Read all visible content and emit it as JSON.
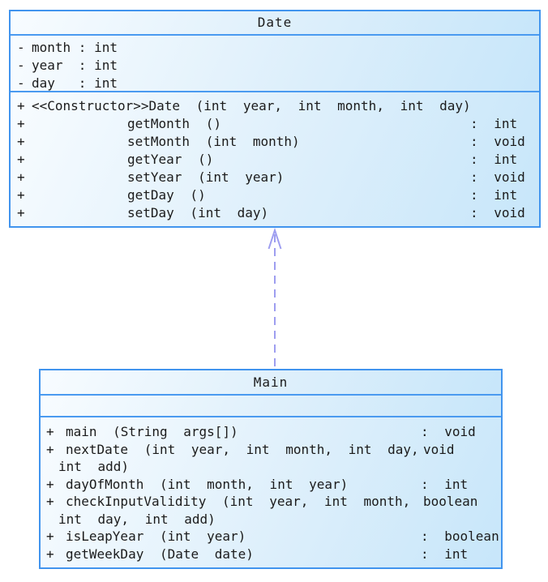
{
  "diagram": {
    "kind": "uml-class-diagram",
    "colors": {
      "box_border": "#4194ee",
      "fill_light": "#f8fcff",
      "fill_dark": "#c7e6fa",
      "arrow": "#9e9ef0",
      "text": "#1b1b1b"
    },
    "classes": [
      {
        "name": "Date",
        "attributes": [
          {
            "visibility": "-",
            "text": "month : int"
          },
          {
            "visibility": "-",
            "text": "year  : int"
          },
          {
            "visibility": "-",
            "text": "day   : int"
          }
        ],
        "methods": [
          {
            "visibility": "+",
            "stereotype": "<<Constructor>>",
            "signature": "Date (int year, int month, int day)"
          },
          {
            "visibility": "+",
            "signature": "getMonth ()",
            "returns": ": int"
          },
          {
            "visibility": "+",
            "signature": "setMonth (int month)",
            "returns": ": void"
          },
          {
            "visibility": "+",
            "signature": "getYear ()",
            "returns": ": int"
          },
          {
            "visibility": "+",
            "signature": "setYear (int year)",
            "returns": ": void"
          },
          {
            "visibility": "+",
            "signature": "getDay ()",
            "returns": ": int"
          },
          {
            "visibility": "+",
            "signature": "setDay (int day)",
            "returns": ": void"
          }
        ]
      },
      {
        "name": "Main",
        "attributes": [],
        "methods": [
          {
            "visibility": "+",
            "signature": "main (String args[])",
            "returns": ": void"
          },
          {
            "visibility": "+",
            "signature": "nextDate (int year, int month, int day,",
            "wrap": "int add)",
            "returns": "void"
          },
          {
            "visibility": "+",
            "signature": "dayOfMonth (int month, int year)",
            "returns": ": int"
          },
          {
            "visibility": "+",
            "signature": "checkInputValidity (int year, int month,",
            "wrap": "int day, int add)",
            "returns": "boolean"
          },
          {
            "visibility": "+",
            "signature": "isLeapYear (int year)",
            "returns": ": boolean"
          },
          {
            "visibility": "+",
            "signature": "getWeekDay (Date date)",
            "returns": ": int"
          }
        ]
      }
    ],
    "relationship": {
      "type": "dashed-dependency-arrow",
      "from": "Main",
      "to": "Date",
      "direction": "up"
    }
  }
}
